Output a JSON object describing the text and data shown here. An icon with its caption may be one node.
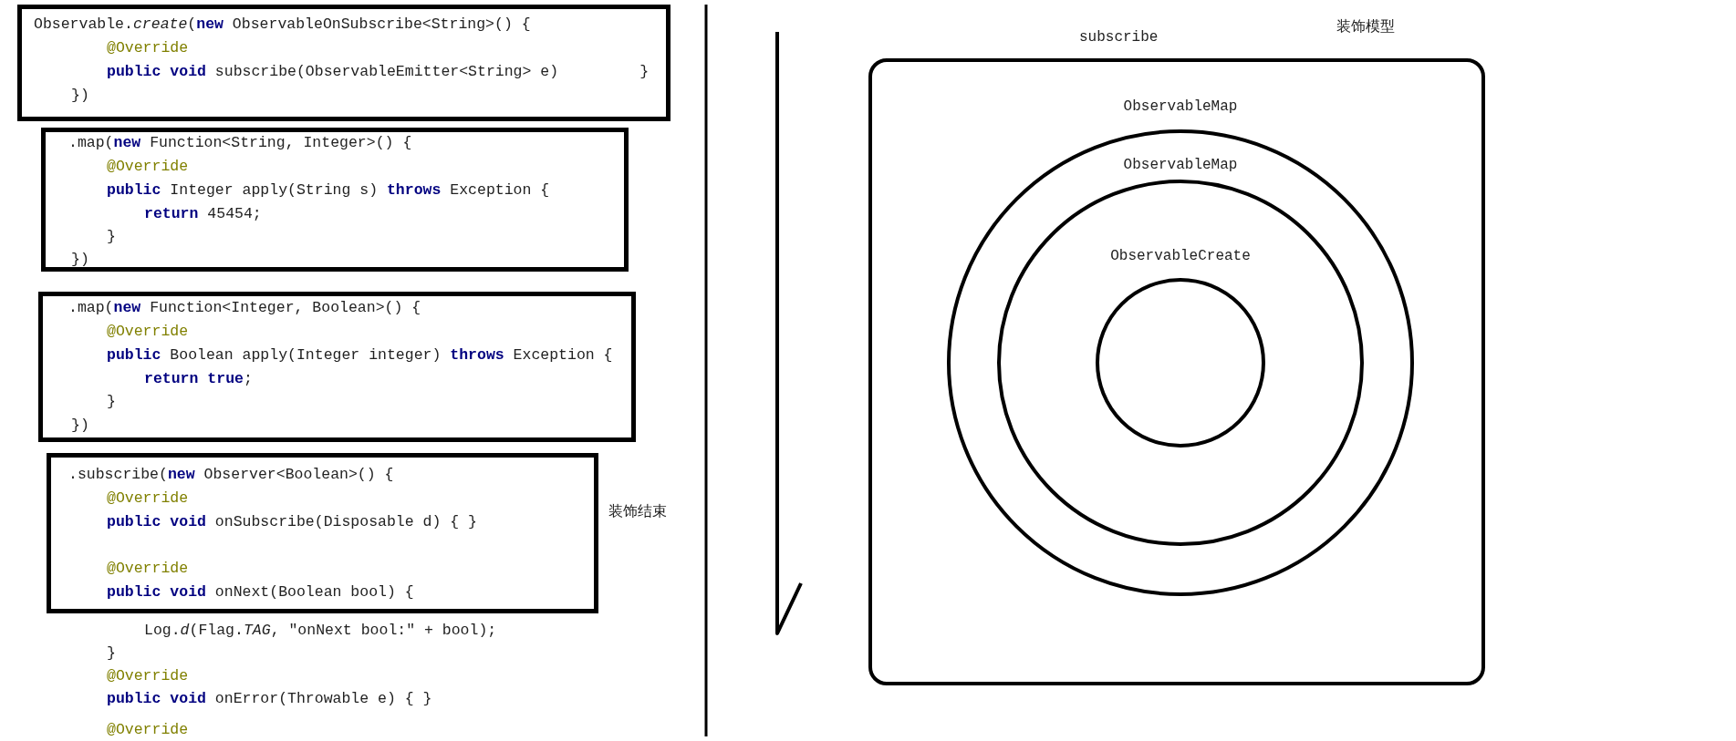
{
  "diagram": {
    "nodes": [
      {
        "text": [
          "Observable.*create*(**new** ObservableOnSubscribe<String>() {",
          "@Override",
          "**public** **void** subscribe(ObservableEmitter<String> e)         }",
          "})"
        ]
      },
      {
        "text": [
          ".map(**new** Function<String, Integer>() {",
          "@Override",
          "**public** Integer apply(String s) **throws** Exception {",
          "**return** 45454;",
          "}",
          "})"
        ]
      },
      {
        "text": [
          ".map(**new** Function<Integer, Boolean>() {",
          "@Override",
          "**public** Boolean apply(Integer integer) **throws** Exception {",
          "**return** **true**;",
          "}",
          "})"
        ]
      },
      {
        "text": [
          ".subscribe(**new** Observer<Boolean>() {",
          "@Override",
          "**public** **void** onSubscribe(Disposable d) { }",
          "@Override",
          "**public** **void** onNext(Boolean bool) {"
        ],
        "beside": [
          "装饰结束"
        ]
      },
      {
        "text": [
          "subscribe"
        ]
      },
      {
        "text": [
          "ObservableMap"
        ],
        "in": 4
      },
      {
        "text": [
          "ObservableMap"
        ],
        "in": 5
      },
      {
        "text": [
          "ObservableCreate"
        ],
        "in": 6
      }
    ],
    "labels": [
      "装饰模型",
      "Log.*d*(Flag.*TAG*, \"onNext bool:\" + bool);",
      "}",
      "@Override",
      "**public** **void** onError(Throwable e) { }",
      "@Override"
    ]
  }
}
